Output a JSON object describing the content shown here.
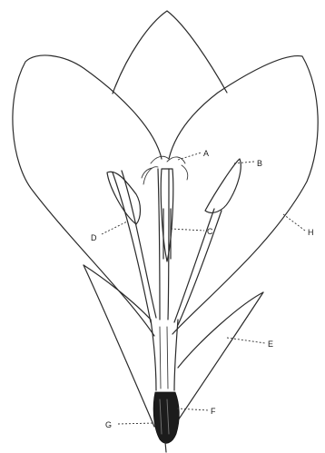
{
  "labels": {
    "A": "A",
    "B": "B",
    "C": "C",
    "D": "D",
    "E": "E",
    "F": "F",
    "G": "G",
    "H": "H"
  },
  "colors": {
    "ink": "#2a2a2a",
    "background": "#ffffff"
  }
}
